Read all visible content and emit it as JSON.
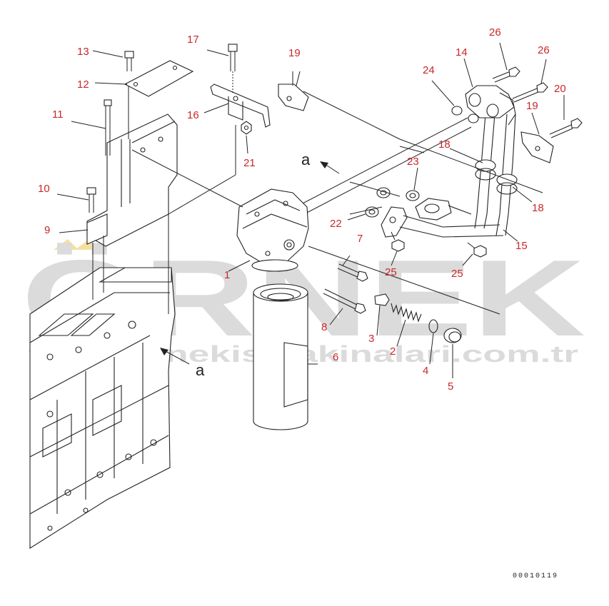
{
  "diagram": {
    "labels": [
      "1",
      "2",
      "3",
      "4",
      "5",
      "6",
      "7",
      "8",
      "9",
      "10",
      "11",
      "12",
      "13",
      "14",
      "15",
      "16",
      "17",
      "18",
      "18",
      "19",
      "19",
      "20",
      "21",
      "22",
      "23",
      "24",
      "25",
      "25",
      "26",
      "26"
    ],
    "view_marker": "a",
    "figure_code": "00010119"
  },
  "watermark": {
    "brand": "ÖRNEK",
    "url": "www.ornekismakinalari.com.tr"
  },
  "colors": {
    "label": "#c8282a",
    "line": "#222222",
    "watermark": "#bfbfbf",
    "watermark_accent": "#f0c850"
  }
}
